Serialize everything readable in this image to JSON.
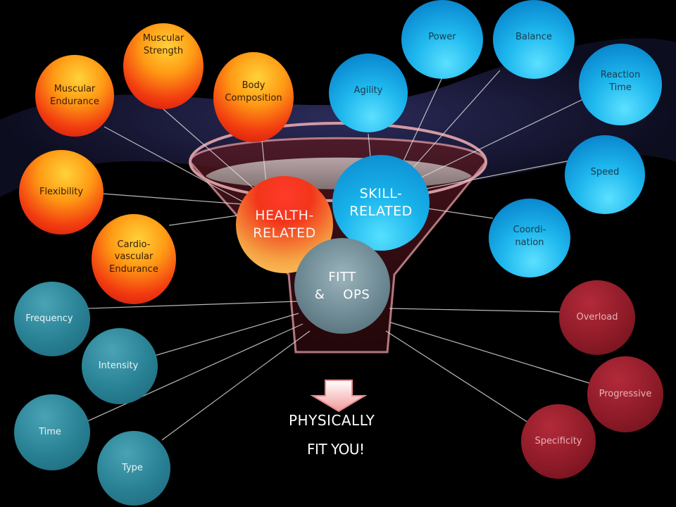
{
  "core": {
    "health": "HEALTH-\nRELATED",
    "skill": "SKILL-\nRELATED",
    "fitt_line1": "FITT",
    "fitt_amp": "&",
    "fitt_ops": "OPS"
  },
  "health_components": [
    {
      "id": "muscular-endurance",
      "label": "Muscular Endurance"
    },
    {
      "id": "muscular-strength",
      "label": "Muscular Strength"
    },
    {
      "id": "body-composition",
      "label": "Body Composition"
    },
    {
      "id": "flexibility",
      "label": "Flexibility"
    },
    {
      "id": "cardio-vascular-endurance",
      "label": "Cardio- vascular Endurance"
    }
  ],
  "skill_components": [
    {
      "id": "agility",
      "label": "Agility"
    },
    {
      "id": "power",
      "label": "Power"
    },
    {
      "id": "balance",
      "label": "Balance"
    },
    {
      "id": "reaction-time",
      "label": "Reaction Time"
    },
    {
      "id": "speed",
      "label": "Speed"
    },
    {
      "id": "coordination",
      "label": "Coordi- nation"
    }
  ],
  "fitt_components": [
    {
      "id": "frequency",
      "label": "Frequency"
    },
    {
      "id": "intensity",
      "label": "Intensity"
    },
    {
      "id": "time",
      "label": "Time"
    },
    {
      "id": "type",
      "label": "Type"
    }
  ],
  "ops_components": [
    {
      "id": "overload",
      "label": "Overload"
    },
    {
      "id": "progressive",
      "label": "Progressive"
    },
    {
      "id": "specificity",
      "label": "Specificity"
    }
  ],
  "result": {
    "line1": "PHYSICALLY",
    "line2": "FIT YOU!"
  },
  "colors": {
    "background": "#000000",
    "health": "#f23d10",
    "skill": "#1fb8ee",
    "fitt": "#2a8396",
    "ops": "#8e1b28",
    "arrow": "#f4a6a6"
  }
}
